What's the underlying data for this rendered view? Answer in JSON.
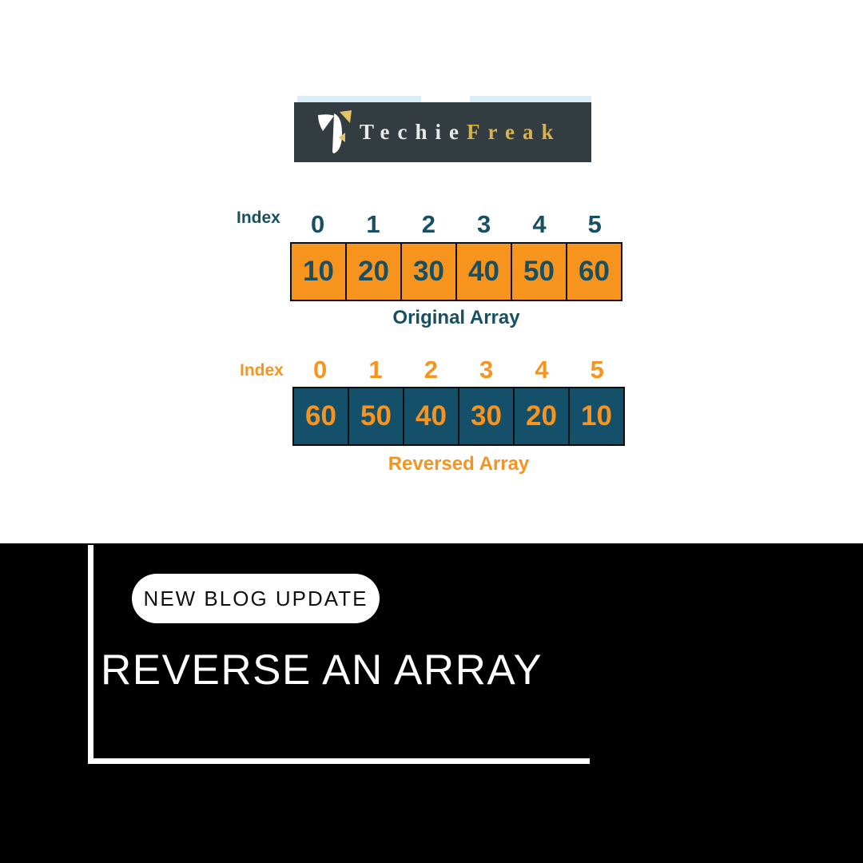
{
  "page": {
    "background": "#ffffff",
    "footer_background": "#000000"
  },
  "logo": {
    "banner_bg": "#333d41",
    "strip_color": "#d9ecf7",
    "brand_first": "Techie",
    "brand_second": "Freak",
    "brand_first_color": "#e9ebeb",
    "brand_second_color": "#d8b24c"
  },
  "diagram": {
    "index_label": "Index",
    "indices": [
      "0",
      "1",
      "2",
      "3",
      "4",
      "5"
    ],
    "original": {
      "values": [
        "10",
        "20",
        "30",
        "40",
        "50",
        "60"
      ],
      "caption": "Original Array",
      "cell_bg": "#f7941e",
      "text_color": "#174f63"
    },
    "reversed": {
      "values": [
        "60",
        "50",
        "40",
        "30",
        "20",
        "10"
      ],
      "caption": "Reversed Array",
      "cell_bg": "#15506b",
      "text_color": "#f7941e"
    }
  },
  "footer": {
    "badge": "NEW BLOG UPDATE",
    "title": "REVERSE AN ARRAY",
    "accent_color": "#ffffff"
  }
}
